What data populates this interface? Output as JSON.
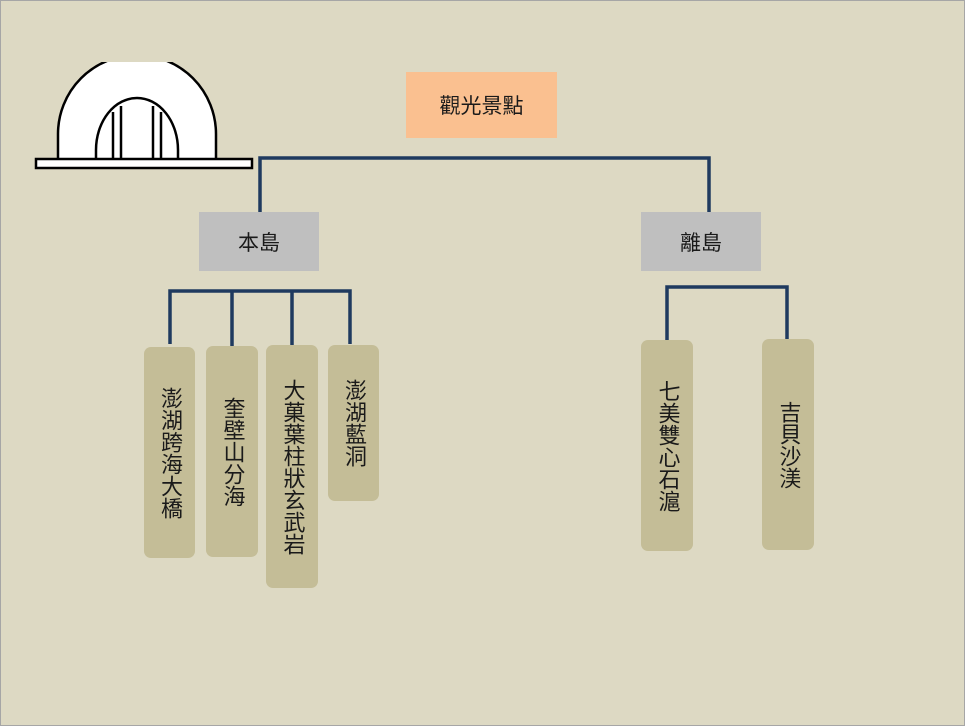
{
  "diagram": {
    "root": "觀光景點",
    "branches": [
      {
        "label": "本島",
        "leaves": [
          "澎湖跨海大橋",
          "奎壁山分海",
          "大菓葉柱狀玄武岩",
          "澎湖藍洞"
        ]
      },
      {
        "label": "離島",
        "leaves": [
          "七美雙心石滬",
          "吉貝沙渼"
        ]
      }
    ]
  },
  "colors": {
    "background": "#ddd9c3",
    "root_fill": "#fac090",
    "branch_fill": "#bfbfbf",
    "leaf_fill": "#c4bd97",
    "connector": "#1f3a5f"
  },
  "icons": {
    "logo": "arch-gate-icon"
  }
}
